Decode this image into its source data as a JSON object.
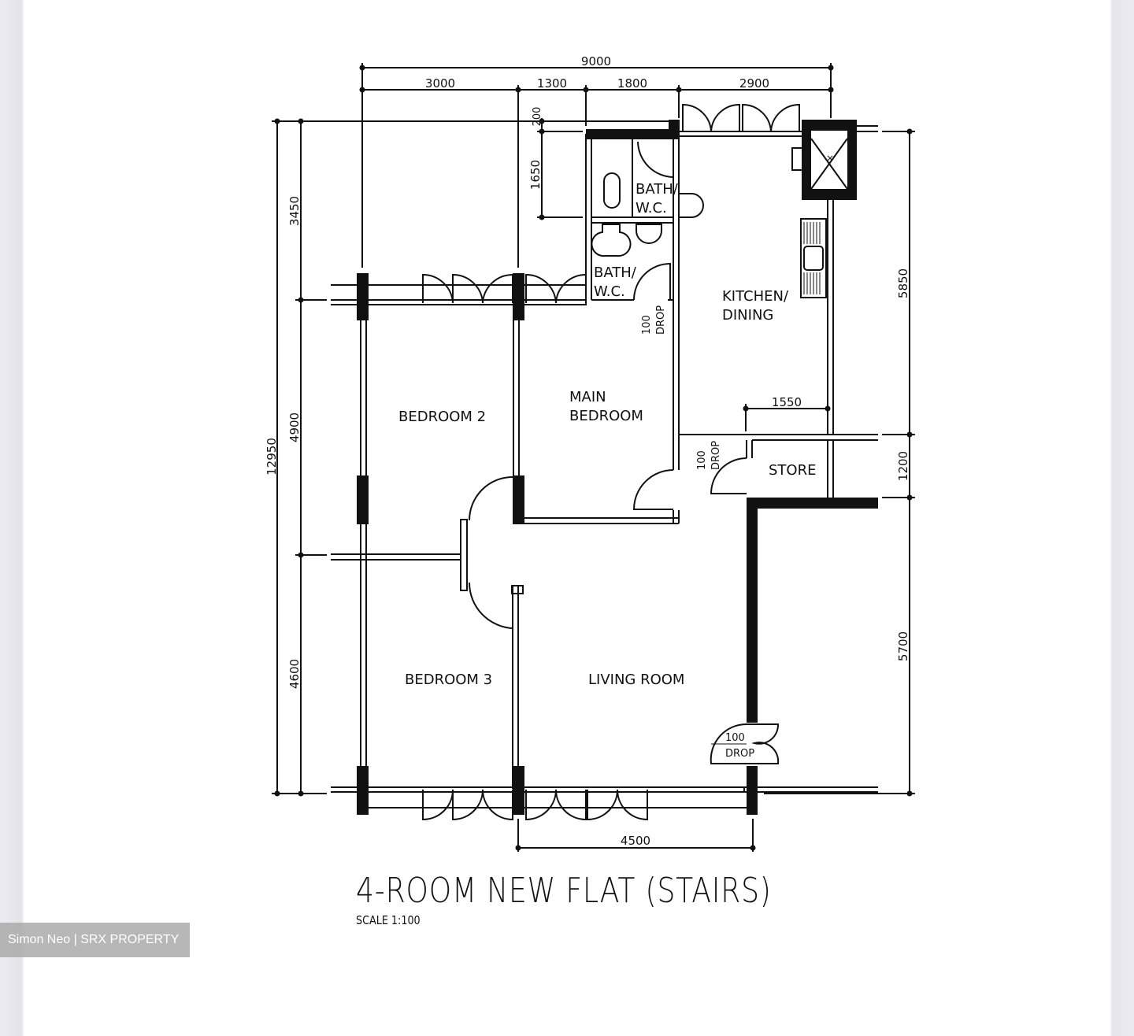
{
  "plan": {
    "title": "4-ROOM NEW FLAT (STAIRS)",
    "scale": "SCALE   1:100",
    "rooms": {
      "bath_wc_1": [
        "BATH/",
        "W.C."
      ],
      "bath_wc_2": [
        "BATH/",
        "W.C."
      ],
      "kitchen": [
        "KITCHEN/",
        "DINING"
      ],
      "main_bedroom": [
        "MAIN",
        "BEDROOM"
      ],
      "bedroom2": "BEDROOM 2",
      "bedroom3": "BEDROOM 3",
      "living": "LIVING ROOM",
      "store": "STORE"
    },
    "drops": {
      "bath_drop": [
        "100",
        "DROP"
      ],
      "kitchen_drop": [
        "100",
        "DROP"
      ],
      "entrance_drop": [
        "100",
        "DROP"
      ]
    },
    "dimensions": {
      "top_total": "9000",
      "top_segments": [
        "3000",
        "1300",
        "1800",
        "2900"
      ],
      "left_total": "12950",
      "left_segments": [
        "3450",
        "4900",
        "4600"
      ],
      "right_segments": [
        "5850",
        "1200",
        "5700"
      ],
      "bath_200": "200",
      "bath_1650": "1650",
      "store_1550": "1550",
      "bottom_4500": "4500"
    }
  },
  "watermark": "Simon Neo | SRX PROPERTY",
  "colors": {
    "line": "#111111",
    "watermark_bg": "#aaaaaa",
    "side_bar": "#e8e7ee"
  }
}
